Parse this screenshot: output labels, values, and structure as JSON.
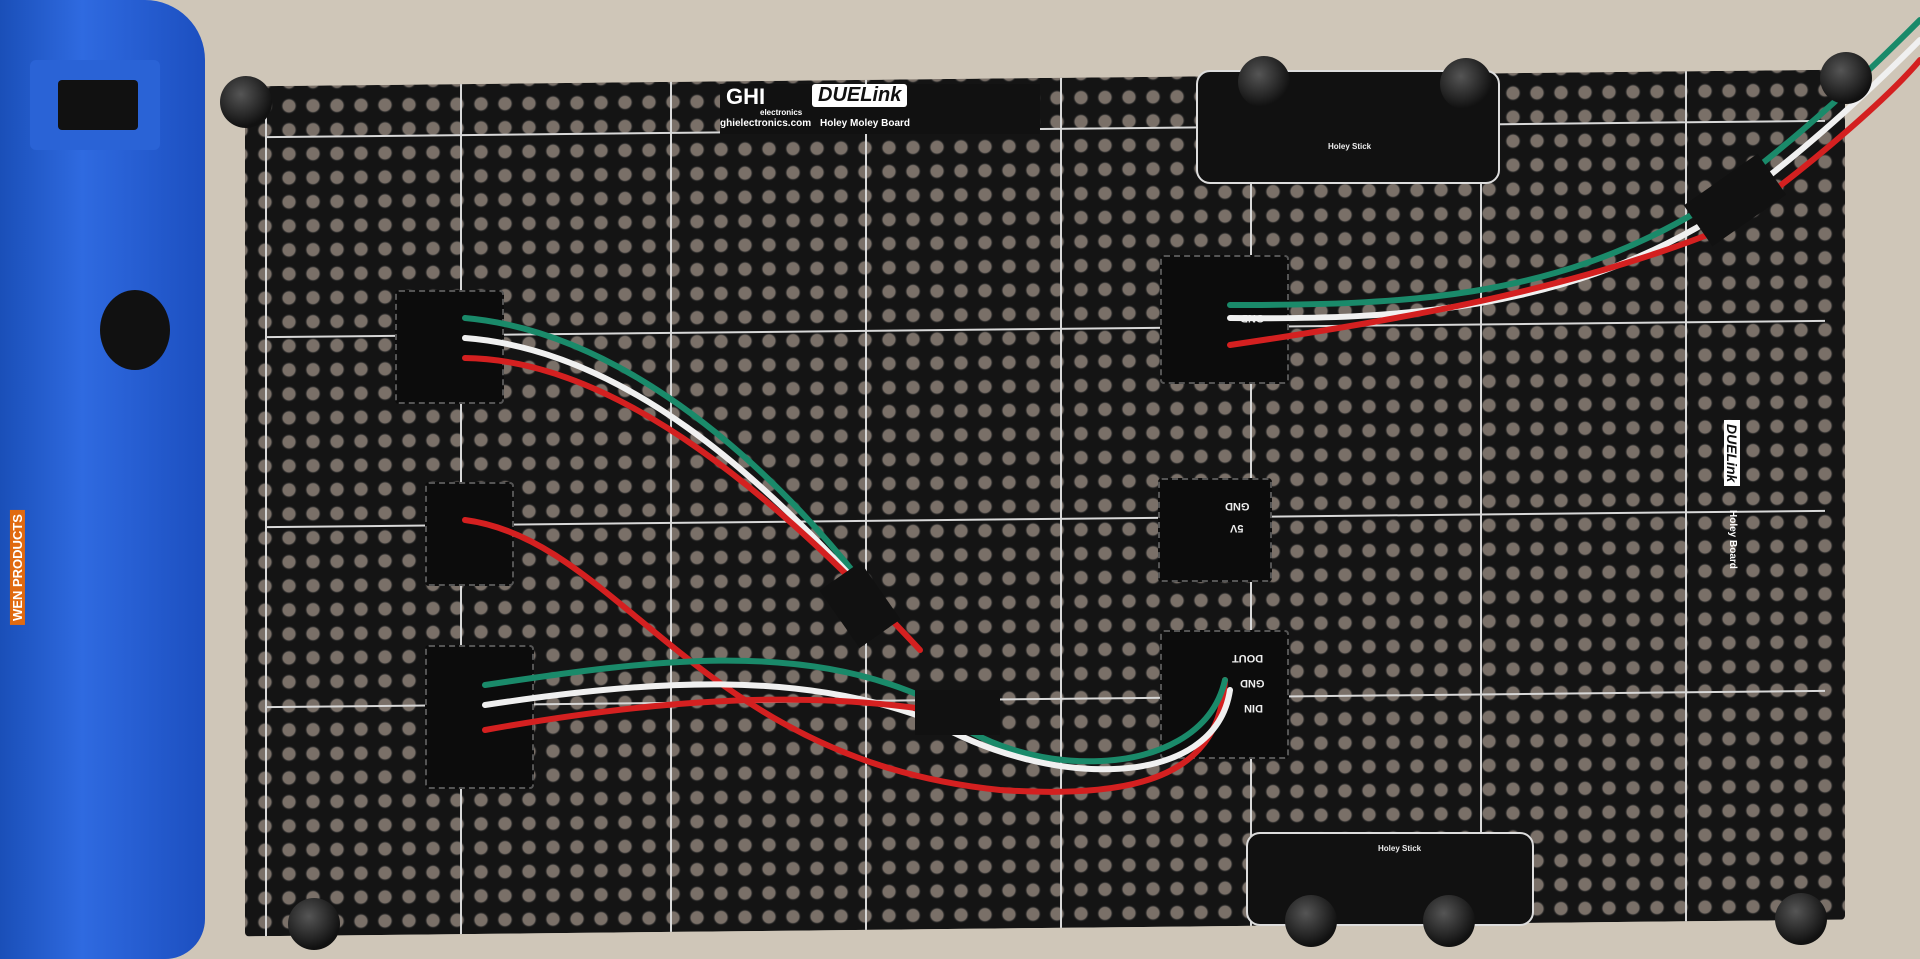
{
  "board": {
    "brand": "GHI",
    "brand_sub": "electronics",
    "website": "ghielectronics.com",
    "product_logo": "DUELink",
    "board_name": "Holey Moley Board",
    "side_board_name": "Holey Board"
  },
  "sticks": [
    {
      "label": "Holey Stick"
    },
    {
      "label": "Holey Stick"
    }
  ],
  "pins": {
    "gnd": "GND",
    "v5": "5V",
    "din": "DIN",
    "dout": "DOUT"
  },
  "drill": {
    "brand": "WEN PRODUCTS"
  },
  "colors": {
    "board": "#141414",
    "background": "#cfc6b8",
    "drill": "#2f6ae0",
    "wire_red": "#d42020",
    "wire_white": "#f0f0f0",
    "wire_green": "#1a8a6a"
  }
}
